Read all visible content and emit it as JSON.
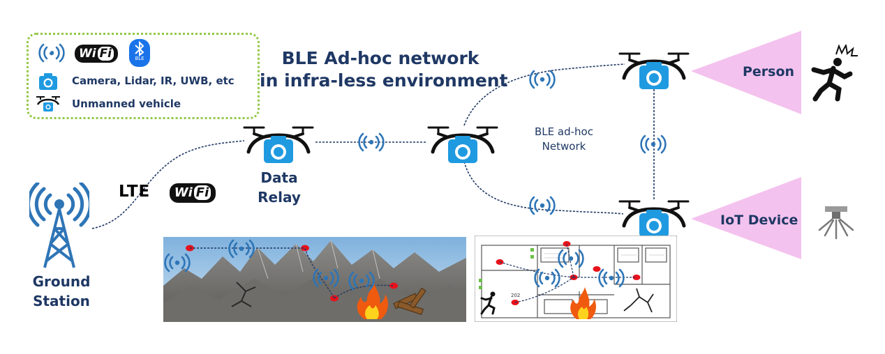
{
  "title": {
    "line1": "BLE Ad-hoc network",
    "line2": "in infra-less environment"
  },
  "legend": {
    "wifi_badge": {
      "wi": "Wi",
      "fi": "Fi"
    },
    "ble_badge": "BLE",
    "sensors": "Camera, Lidar, IR, UWB, etc",
    "vehicle": "Unmanned vehicle"
  },
  "ground_station": {
    "line1": "Ground",
    "line2": "Station"
  },
  "uplink": {
    "lte": "LTE",
    "wifi": {
      "wi": "Wi",
      "fi": "Fi"
    }
  },
  "data_relay": {
    "line1": "Data",
    "line2": "Relay"
  },
  "ble_network": {
    "line1": "BLE ad-hoc",
    "line2": "Network"
  },
  "targets": {
    "person": "Person",
    "iot": "IoT Device"
  },
  "floorplan": {
    "room": "202"
  },
  "colors": {
    "navy": "#1f3864",
    "signal": "#2e75b6",
    "camera": "#1f9ae0",
    "cone": "#f4c2ee",
    "legend_border": "#92c846",
    "node": "#e8121b"
  }
}
